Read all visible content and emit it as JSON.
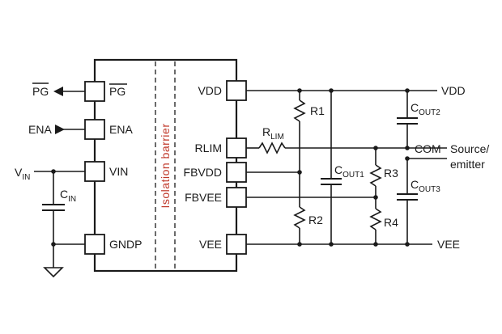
{
  "title": "",
  "barrier_label": "Isolation  barrier",
  "left_pins": {
    "pg": "PG",
    "ena": "ENA",
    "vin": "VIN",
    "gndp": "GNDP"
  },
  "right_pins": {
    "vdd": "VDD",
    "rlim": "RLIM",
    "fbvdd": "FBVDD",
    "fbvee": "FBVEE",
    "vee": "VEE"
  },
  "external": {
    "pg_net": "PG",
    "ena_net": "ENA",
    "vin_main": "V",
    "vin_sub": "IN",
    "cin_main": "C",
    "cin_sub": "IN",
    "rlim_main": "R",
    "rlim_sub": "LIM",
    "r1": "R1",
    "r2": "R2",
    "r3": "R3",
    "r4": "R4",
    "cout1_main": "C",
    "cout1_sub": "OUT1",
    "cout2_main": "C",
    "cout2_sub": "OUT2",
    "cout3_main": "C",
    "cout3_sub": "OUT3",
    "vdd_net": "VDD",
    "com_net": "COM",
    "source_line1": "Source/",
    "source_line2": "emitter",
    "vee_net": "VEE"
  }
}
